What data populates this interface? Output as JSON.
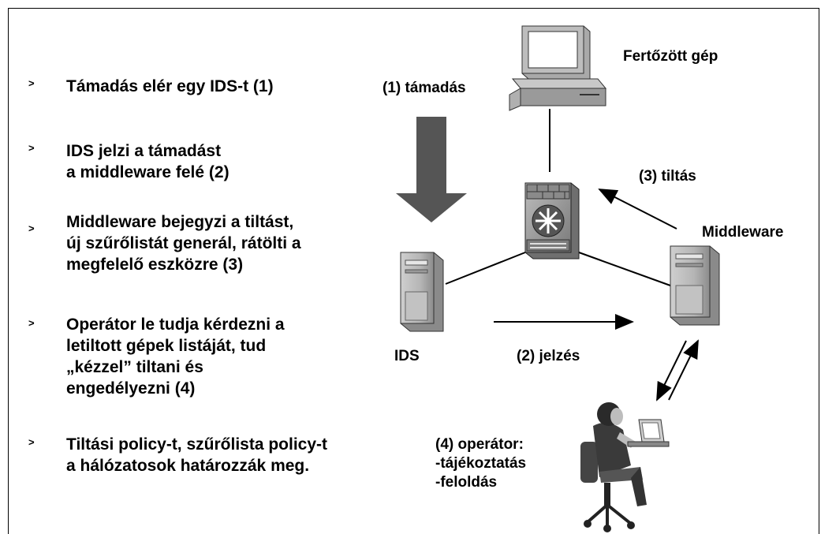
{
  "bullets": [
    {
      "marker": ">",
      "text": "Támadás elér egy IDS-t (1)"
    },
    {
      "marker": ">",
      "text": "IDS jelzi a támadást\na middleware felé (2)"
    },
    {
      "marker": ">",
      "text": "Middleware bejegyzi a tiltást,\núj szűrőlistát generál, rátölti a\nmegfelelő eszközre (3)"
    },
    {
      "marker": ">",
      "text": "Operátor le tudja kérdezni a\nletiltott gépek listáját, tud\n„kézzel” tiltani és\nengedélyezni (4)"
    },
    {
      "marker": ">",
      "text": "Tiltási policy-t, szűrőlista policy-t\na hálózatosok határozzák meg."
    }
  ],
  "diagram": {
    "infected_label": "Fertőzött gép",
    "attack_label": "(1) támadás",
    "ban_label": "(3) tiltás",
    "middleware_label": "Middleware",
    "ids_label": "IDS",
    "signal_label": "(2) jelzés",
    "operator_label": "(4) operátor:\n-tájékoztatás\n-feloldás"
  }
}
